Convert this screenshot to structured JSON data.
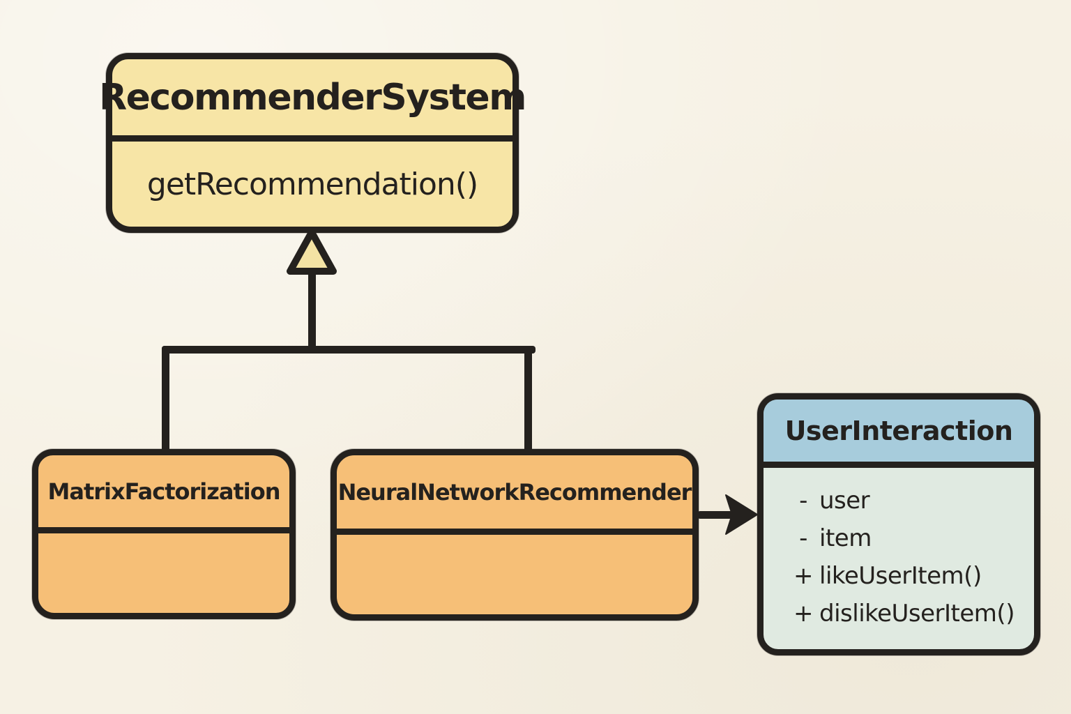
{
  "diagram": {
    "kind": "uml-class-diagram",
    "background": "#f6f1e4",
    "stroke_color": "#24211e",
    "classes": {
      "recommender": {
        "title": "RecommenderSystem",
        "method": "getRecommendation()",
        "fill": "#f7e5a6"
      },
      "matrix": {
        "title": "MatrixFactorization",
        "fill": "#f6bf77"
      },
      "neural": {
        "title": "NeuralNetworkRecommender",
        "fill": "#f6bf77"
      },
      "user_interaction": {
        "title": "UserInteraction",
        "header_fill": "#a7ccdc",
        "body_fill": "#e0eae1",
        "members": [
          {
            "sign": "-",
            "label": "user"
          },
          {
            "sign": "-",
            "label": "item"
          },
          {
            "sign": "+",
            "label": "likeUserItem()"
          },
          {
            "sign": "+",
            "label": "dislikeUserItem()"
          }
        ]
      }
    },
    "relationships": [
      {
        "type": "inheritance",
        "from": "MatrixFactorization",
        "to": "RecommenderSystem",
        "arrowhead": "hollow-triangle"
      },
      {
        "type": "inheritance",
        "from": "NeuralNetworkRecommender",
        "to": "RecommenderSystem",
        "arrowhead": "hollow-triangle"
      },
      {
        "type": "association",
        "from": "NeuralNetworkRecommender",
        "to": "UserInteraction",
        "arrowhead": "solid-arrow"
      }
    ]
  }
}
